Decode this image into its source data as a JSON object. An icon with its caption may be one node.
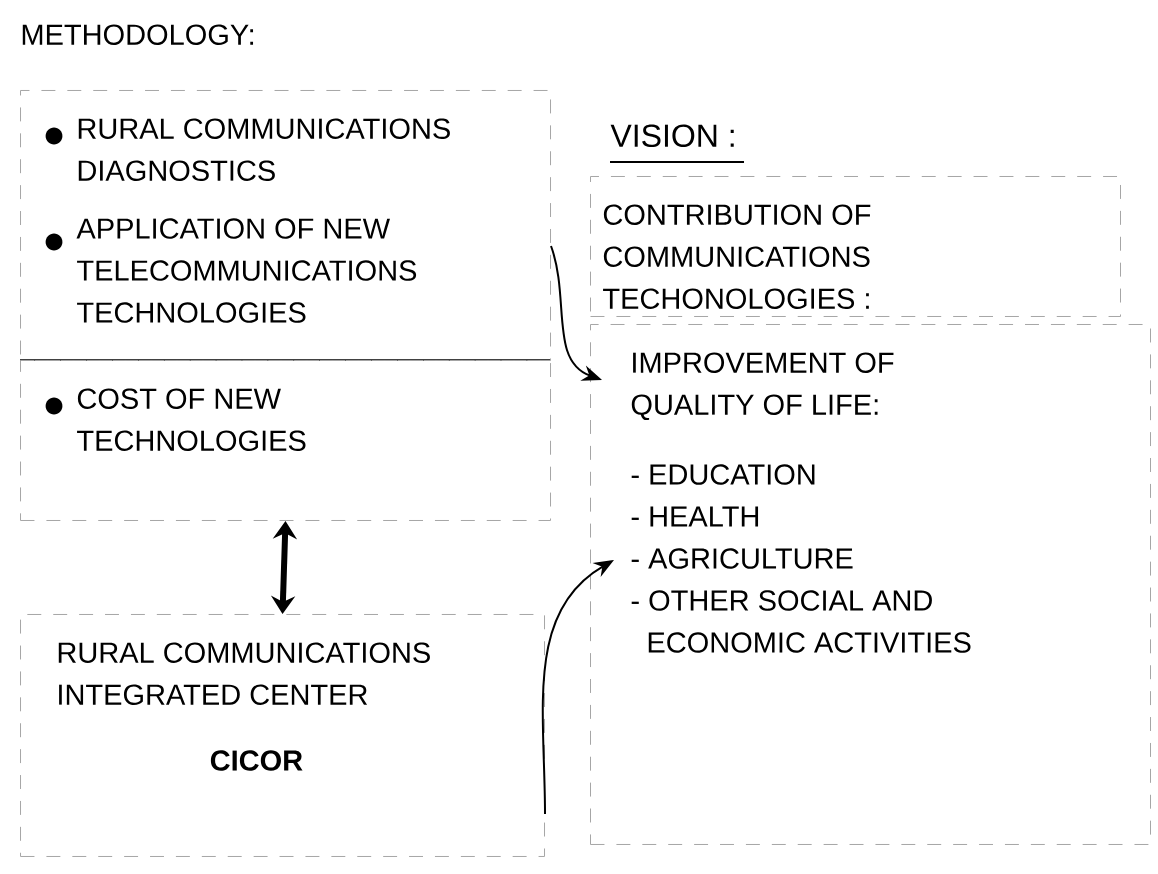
{
  "diagram": {
    "nodes": [
      {
        "text": [
          "RURAL COMMUNICATIONS DIAGNOSTICS",
          "APPLICATION OF NEW TELECOMMUNICATIONS TECHNOLOGIES"
        ]
      },
      {
        "text": [
          "COST OF NEW TECHNOLOGIES"
        ]
      },
      {
        "text": [
          "RURAL COMMUNICATIONS INTEGRATED CENTER",
          "CICOR"
        ]
      },
      {
        "text": [
          "CONTRIBUTION OF COMMUNICATIONS TECHONOLOGIES :"
        ]
      },
      {
        "text": [
          "IMPROVEMENT OF QUALITY OF LIFE:",
          "- EDUCATION",
          "- HEALTH",
          "- AGRICULTURE",
          "- OTHER SOCIAL AND ECONOMIC ACTIVITIES"
        ]
      }
    ],
    "edges": [
      {
        "from": 0,
        "to": 4,
        "arrow": "to"
      },
      {
        "from": 1,
        "to": 2,
        "arrow": "both",
        "style": "thick"
      },
      {
        "from": 2,
        "to": 4,
        "arrow": "to"
      }
    ],
    "labels": [
      "METHODOLOGY:",
      "VISION :"
    ]
  }
}
